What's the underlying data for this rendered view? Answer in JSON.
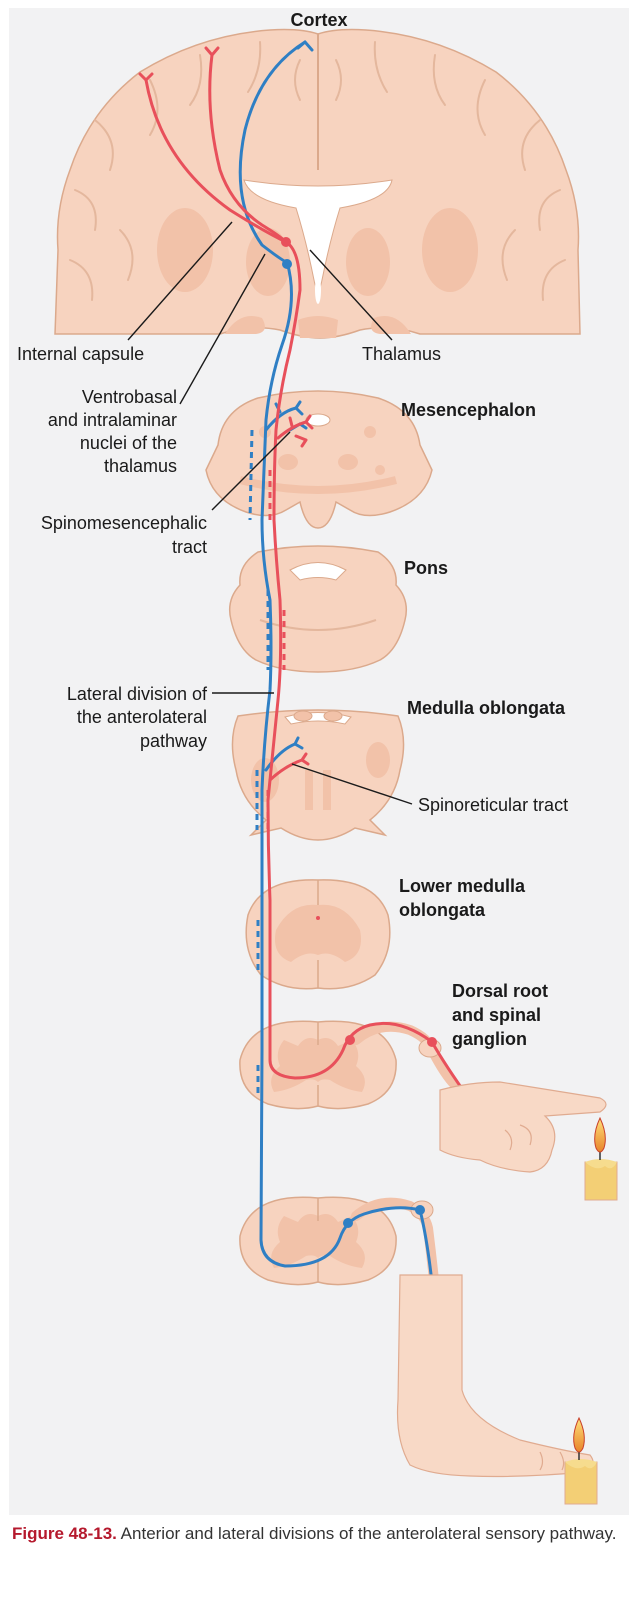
{
  "colors": {
    "panel_bg": "#f2f2f3",
    "tissue": "#f7d3bf",
    "tissue_outline": "#dba98c",
    "gray_matter": "#f2c2a9",
    "ventricle": "#ffffff",
    "anterior_pathway": "#2f7fc4",
    "lateral_pathway": "#e8505b",
    "skin": "#f8d9c6",
    "candle": "#f3cf75",
    "flame": "#e8842a"
  },
  "structure_labels": {
    "cortex": "Cortex",
    "mesencephalon": "Mesencephalon",
    "pons": "Pons",
    "medulla": "Medulla oblongata",
    "lower_medulla_1": "Lower medulla",
    "lower_medulla_2": "oblongata",
    "dorsal_root_1": "Dorsal root",
    "dorsal_root_2": "and spinal",
    "dorsal_root_3": "ganglion"
  },
  "callouts": {
    "internal_capsule": "Internal capsule",
    "thalamus": "Thalamus",
    "ventrobasal_1": "Ventrobasal",
    "ventrobasal_2": "and intralaminar",
    "ventrobasal_3": "nuclei of the",
    "ventrobasal_4": "thalamus",
    "spinomesencephalic_1": "Spinomesencephalic",
    "spinomesencephalic_2": "tract",
    "lateral_division_1": "Lateral division of",
    "lateral_division_2": "the anterolateral",
    "lateral_division_3": "pathway",
    "spinoreticular": "Spinoreticular tract"
  },
  "icons": [
    "finger-hand-icon",
    "foot-icon",
    "candle-flame-icon"
  ],
  "caption": {
    "label": "Figure 48-13.",
    "text": "Anterior and lateral divisions of the anterolateral sensory pathway."
  }
}
